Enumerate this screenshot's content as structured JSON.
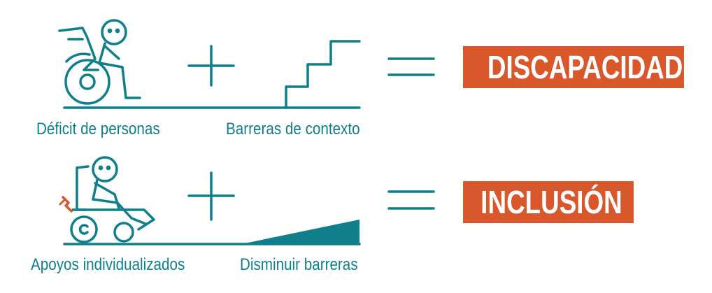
{
  "colors": {
    "teal": "#0f7f8c",
    "orange": "#d9582b",
    "white": "#ffffff"
  },
  "rows": [
    {
      "left_label": "Déficit de personas",
      "right_label": "Barreras de contexto",
      "result": "DISCAPACIDAD",
      "icons": [
        "manual-wheelchair-user-icon",
        "plus-icon",
        "stairs-icon",
        "equals-icon"
      ]
    },
    {
      "left_label": "Apoyos individualizados",
      "right_label": "Disminuir barreras",
      "result": "INCLUSIÓN",
      "icons": [
        "power-wheelchair-user-icon",
        "plus-icon",
        "ramp-icon",
        "equals-icon"
      ]
    }
  ]
}
